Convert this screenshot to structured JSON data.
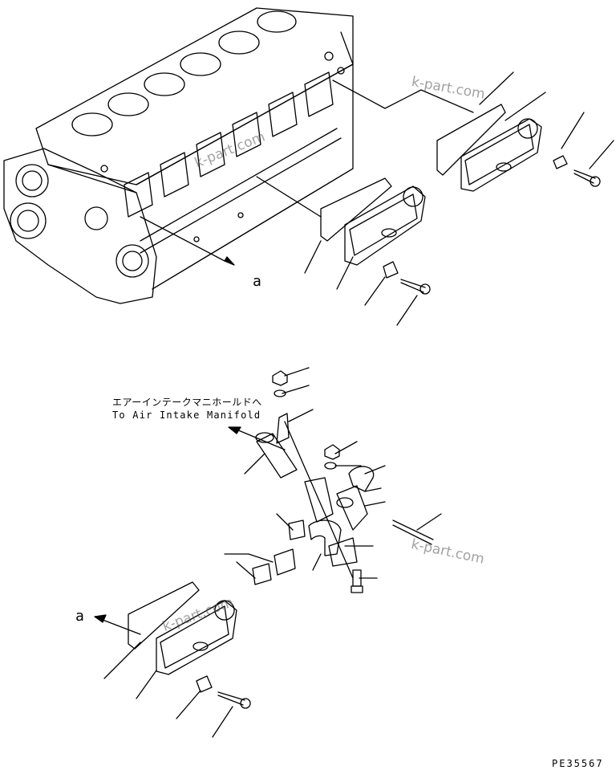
{
  "callouts": {
    "a_top": "a",
    "a_bottom": "a"
  },
  "annotation": {
    "japanese": "エアーインテークマニホールドへ",
    "english": "To Air Intake Manifold"
  },
  "drawing_code": "PE35567",
  "watermarks": [
    "k-part.com",
    "k-part.com",
    "k-part.com",
    "k-part.com"
  ],
  "colors": {
    "ink": "#000000",
    "background": "#ffffff",
    "watermark": "#555555"
  }
}
